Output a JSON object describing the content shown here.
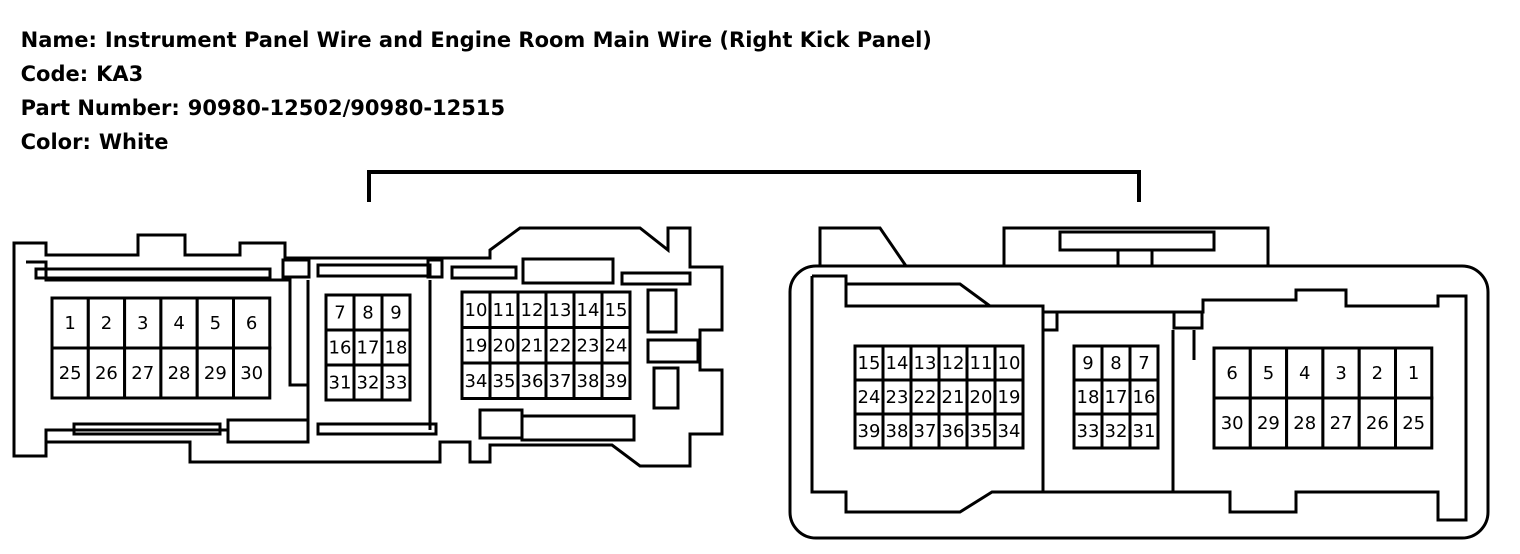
{
  "info": {
    "name_label": "Name:",
    "name_value": "Instrument Panel Wire and Engine Room Main Wire (Right Kick Panel)",
    "code_label": "Code:",
    "code_value": "KA3",
    "part_label": "Part Number:",
    "part_value": "90980-12502/90980-12515",
    "color_label": "Color:",
    "color_value": "White"
  },
  "connector_left": {
    "block_a": {
      "rows": [
        [
          "1",
          "2",
          "3",
          "4",
          "5",
          "6"
        ],
        [
          "25",
          "26",
          "27",
          "28",
          "29",
          "30"
        ]
      ]
    },
    "block_b": {
      "rows": [
        [
          "7",
          "8",
          "9"
        ],
        [
          "16",
          "17",
          "18"
        ],
        [
          "31",
          "32",
          "33"
        ]
      ]
    },
    "block_c": {
      "rows": [
        [
          "10",
          "11",
          "12",
          "13",
          "14",
          "15"
        ],
        [
          "19",
          "20",
          "21",
          "22",
          "23",
          "24"
        ],
        [
          "34",
          "35",
          "36",
          "37",
          "38",
          "39"
        ]
      ]
    }
  },
  "connector_right": {
    "block_a": {
      "rows": [
        [
          "15",
          "14",
          "13",
          "12",
          "11",
          "10"
        ],
        [
          "24",
          "23",
          "22",
          "21",
          "20",
          "19"
        ],
        [
          "39",
          "38",
          "37",
          "36",
          "35",
          "34"
        ]
      ]
    },
    "block_b": {
      "rows": [
        [
          "9",
          "8",
          "7"
        ],
        [
          "18",
          "17",
          "16"
        ],
        [
          "33",
          "32",
          "31"
        ]
      ]
    },
    "block_c": {
      "rows": [
        [
          "6",
          "5",
          "4",
          "3",
          "2",
          "1"
        ],
        [
          "30",
          "29",
          "28",
          "27",
          "26",
          "25"
        ]
      ]
    }
  }
}
